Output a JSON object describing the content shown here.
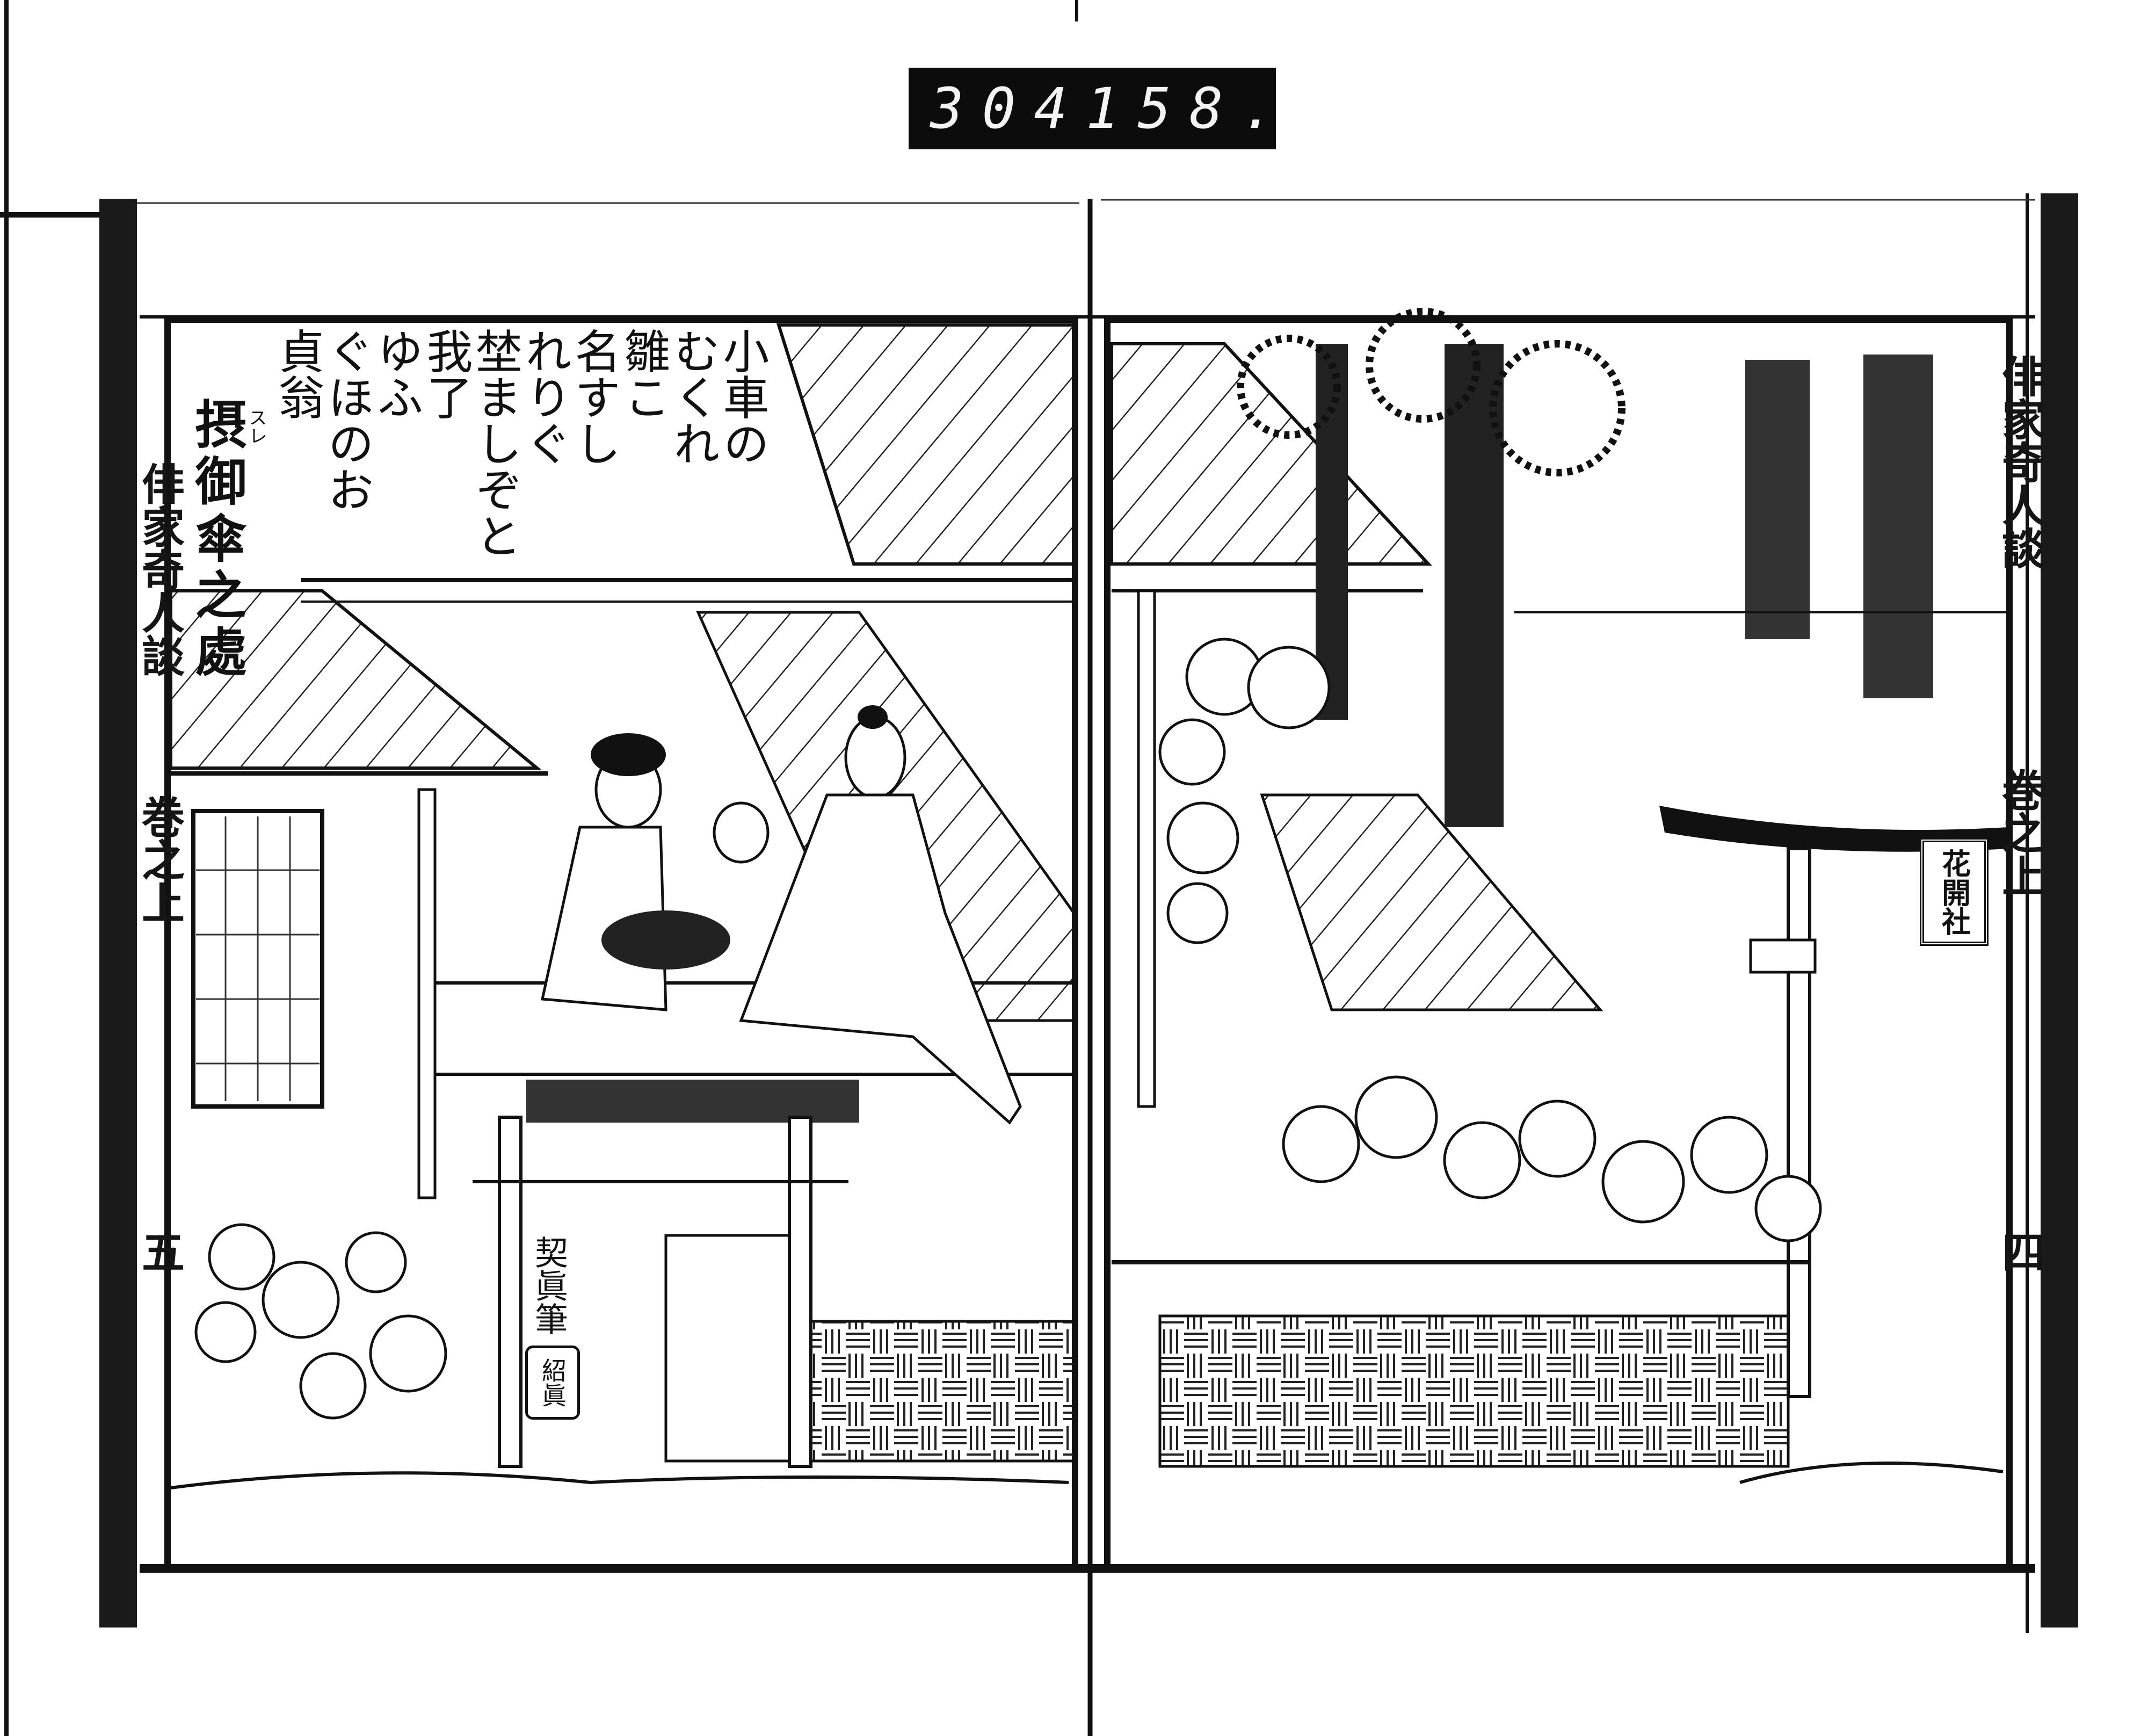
{
  "scan_label": {
    "left_number": "304",
    "right_number": "158."
  },
  "left_page": {
    "spine_title": "俳家奇人談",
    "spine_volume": "巻之上",
    "spine_page": "五",
    "poem_columns": [
      "小車の",
      "むくれ",
      "雛こ",
      "名すし",
      "れりぐ",
      "埜ましぞと",
      "我了",
      "ゆふ",
      "ぐほのお",
      "貞翁"
    ],
    "caption": "摂御傘之處",
    "caption_ruby": "スレ",
    "artist_signature": "契眞筆",
    "artist_seal": "紹眞"
  },
  "right_page": {
    "spine_title": "俳家奇人談",
    "spine_volume": "巻之上",
    "spine_page": "四",
    "shrine_plaque": "花開社"
  },
  "colors": {
    "ink": "#111111",
    "paper": "#ffffff"
  }
}
